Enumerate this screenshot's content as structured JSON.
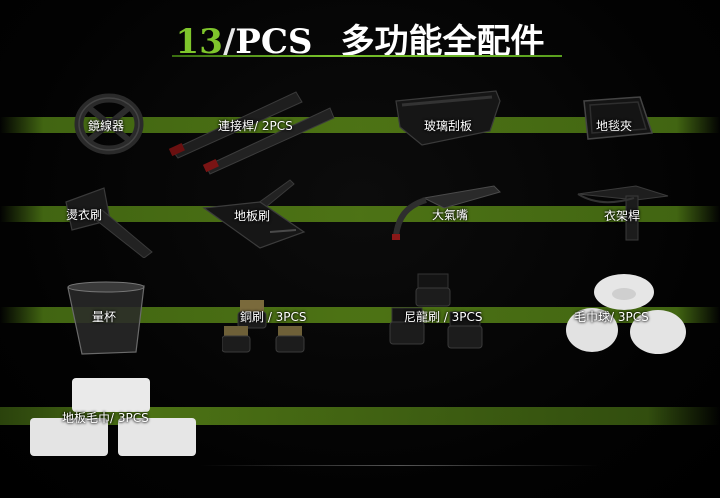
{
  "title": {
    "count": "13",
    "slash": "/",
    "unit": "PCS",
    "text": "多功能全配件"
  },
  "colors": {
    "accent": "#7fc62c",
    "band": "#4f7a16",
    "background": "#000000"
  },
  "items": [
    {
      "label": "鏡線器",
      "icon": "circular-scraper-icon"
    },
    {
      "label": "連接桿/ 2PCS",
      "icon": "extension-tube-icon"
    },
    {
      "label": "玻璃刮板",
      "icon": "window-squeegee-icon"
    },
    {
      "label": "地毯夾",
      "icon": "carpet-glider-icon"
    },
    {
      "label": "燙衣刷",
      "icon": "garment-steamer-icon"
    },
    {
      "label": "地板刷",
      "icon": "floor-brush-icon"
    },
    {
      "label": "大氣嘴",
      "icon": "jet-nozzle-icon"
    },
    {
      "label": "衣架桿",
      "icon": "hanger-nozzle-icon"
    },
    {
      "label": "量杯",
      "icon": "measuring-cup-icon"
    },
    {
      "label": "銅刷 / 3PCS",
      "icon": "brass-brush-icon"
    },
    {
      "label": "尼龍刷 / 3PCS",
      "icon": "nylon-brush-icon"
    },
    {
      "label": "毛巾球/ 3PCS",
      "icon": "cloth-cover-icon"
    },
    {
      "label": "地板毛巾/ 3PCS",
      "icon": "floor-cloth-icon"
    }
  ]
}
